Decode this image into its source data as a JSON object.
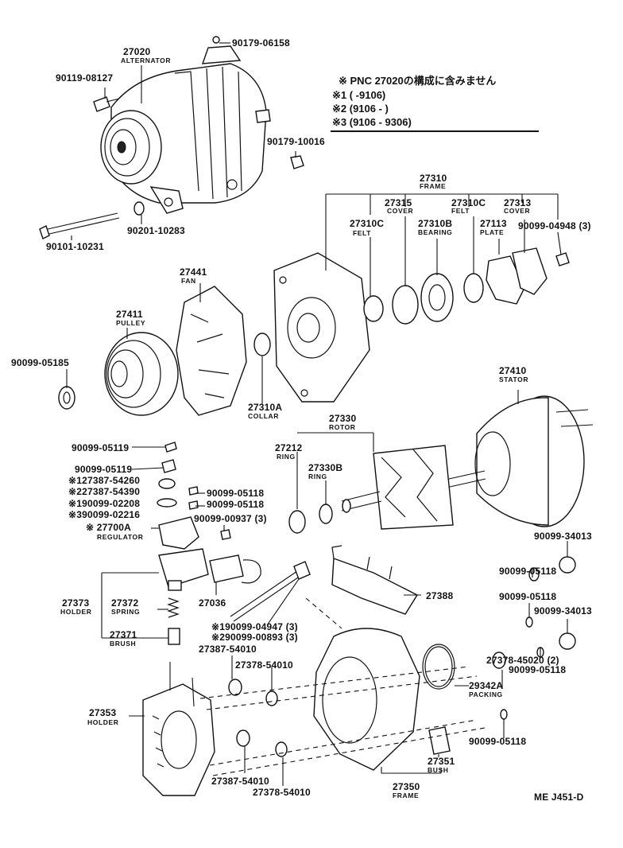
{
  "notes": {
    "line1": "※ PNC 27020の構成に含みません",
    "line2": "※1 (      -9106)",
    "line3": "※2 (9106 -      )",
    "line4": "※3 (9106 - 9306)"
  },
  "diagram_code": "ME J451-D",
  "parts": {
    "p90179_06158": {
      "num": "90179-06158"
    },
    "p27020": {
      "num": "27020",
      "name": "ALTERNATOR"
    },
    "p90119_08127": {
      "num": "90119-08127"
    },
    "p90179_10016": {
      "num": "90179-10016"
    },
    "p90201_10283": {
      "num": "90201-10283"
    },
    "p90101_10231": {
      "num": "90101-10231"
    },
    "p27310": {
      "num": "27310",
      "name": "FRAME"
    },
    "p27315": {
      "num": "27315",
      "name": "COVER"
    },
    "p27310C_a": {
      "num": "27310C",
      "name": "FELT"
    },
    "p27313": {
      "num": "27313",
      "name": "COVER"
    },
    "p27310C_b": {
      "num": "27310C",
      "name": "FELT"
    },
    "p27310B": {
      "num": "27310B",
      "name": "BEARING"
    },
    "p27113": {
      "num": "27113",
      "name": "PLATE"
    },
    "p90099_04948": {
      "num": "90099-04948 (3)"
    },
    "p27441": {
      "num": "27441",
      "name": "FAN"
    },
    "p27411": {
      "num": "27411",
      "name": "PULLEY"
    },
    "p90099_05185": {
      "num": "90099-05185"
    },
    "p27310A": {
      "num": "27310A",
      "name": "COLLAR"
    },
    "p27410": {
      "num": "27410",
      "name": "STATOR"
    },
    "p27330": {
      "num": "27330",
      "name": "ROTOR"
    },
    "p27212": {
      "num": "27212",
      "name": "RING"
    },
    "p27330B": {
      "num": "27330B",
      "name": "RING"
    },
    "p90099_05119_a": {
      "num": "90099-05119"
    },
    "p90099_05119_b": {
      "num": "90099-05119"
    },
    "p27387_54260": {
      "num": "※127387-54260"
    },
    "p27387_54390": {
      "num": "※227387-54390"
    },
    "p90099_02208": {
      "num": "※190099-02208"
    },
    "p90099_02216": {
      "num": "※390099-02216"
    },
    "p90099_05118_a": {
      "num": "90099-05118"
    },
    "p90099_05118_b": {
      "num": "90099-05118"
    },
    "p90099_00937": {
      "num": "90099-00937 (3)"
    },
    "p27700A": {
      "num": "※ 27700A",
      "name": "REGULATOR"
    },
    "p90099_34013_a": {
      "num": "90099-34013"
    },
    "p90099_05118_c": {
      "num": "90099-05118"
    },
    "p27373": {
      "num": "27373",
      "name": "HOLDER"
    },
    "p27372": {
      "num": "27372",
      "name": "SPRING"
    },
    "p27036": {
      "num": "27036"
    },
    "p27388": {
      "num": "27388"
    },
    "p90099_05118_d": {
      "num": "90099-05118"
    },
    "p90099_34013_b": {
      "num": "90099-34013"
    },
    "p90099_04947": {
      "num": "※190099-04947 (3)"
    },
    "p90099_00893": {
      "num": "※290099-00893 (3)"
    },
    "p27371": {
      "num": "27371",
      "name": "BRUSH"
    },
    "p27387_54010_a": {
      "num": "27387-54010"
    },
    "p27378_54010_a": {
      "num": "27378-54010"
    },
    "p27378_45020": {
      "num": "27378-45020 (2)"
    },
    "p90099_05118_e": {
      "num": "90099-05118"
    },
    "p29342A": {
      "num": "29342A",
      "name": "PACKING"
    },
    "p27353": {
      "num": "27353",
      "name": "HOLDER"
    },
    "p90099_05118_f": {
      "num": "90099-05118"
    },
    "p27351": {
      "num": "27351",
      "name": "BUSH"
    },
    "p27387_54010_b": {
      "num": "27387-54010"
    },
    "p27378_54010_b": {
      "num": "27378-54010"
    },
    "p27350": {
      "num": "27350",
      "name": "FRAME"
    }
  }
}
